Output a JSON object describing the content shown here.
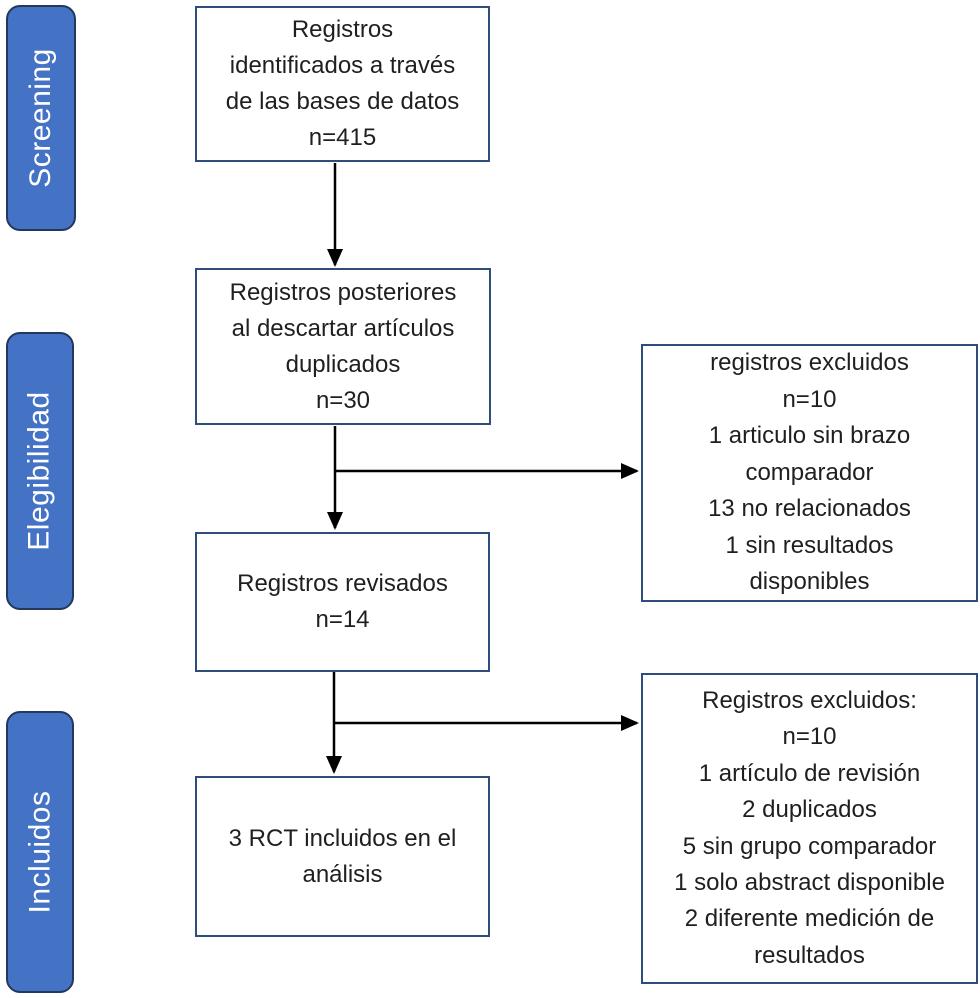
{
  "stages": [
    {
      "label": "Screening"
    },
    {
      "label": "Elegibilidad"
    },
    {
      "label": "Incluidos"
    }
  ],
  "main_boxes": [
    {
      "text": "Registros\nidentificados a través\nde las bases de datos\nn=415"
    },
    {
      "text": "Registros posteriores\nal descartar artículos\nduplicados\nn=30"
    },
    {
      "text": "Registros revisados\nn=14"
    },
    {
      "text": "3 RCT incluidos en el\nanálisis"
    }
  ],
  "side_boxes": [
    {
      "text": "registros excluidos\nn=10\n1 articulo sin brazo\ncomparador\n13 no relacionados\n1 sin resultados\ndisponibles"
    },
    {
      "text": "Registros excluidos:\nn=10\n1 artículo de revisión\n2 duplicados\n5 sin grupo comparador\n1 solo abstract disponible\n2 diferente medición de\nresultados"
    }
  ],
  "colors": {
    "stage_fill": "#4472C4",
    "stage_border": "#24375E",
    "box_border": "#2E4C7C",
    "arrow": "#000000",
    "text": "#1F1F1F",
    "stage_text": "#FFFFFF",
    "background": "#FFFFFF"
  }
}
